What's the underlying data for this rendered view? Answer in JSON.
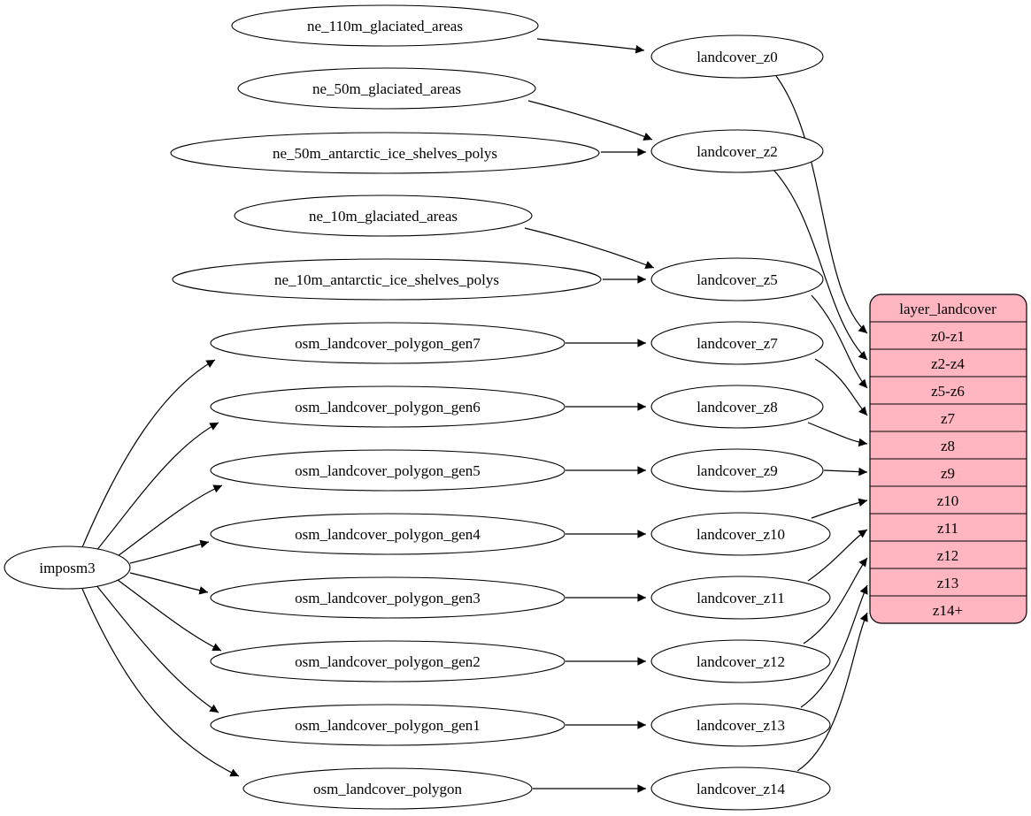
{
  "diagram_type": "graphviz-dependency-graph",
  "nodes": {
    "imposm3": "imposm3",
    "ne_110m_glaciated_areas": "ne_110m_glaciated_areas",
    "ne_50m_glaciated_areas": "ne_50m_glaciated_areas",
    "ne_50m_antarctic_ice_shelves_polys": "ne_50m_antarctic_ice_shelves_polys",
    "ne_10m_glaciated_areas": "ne_10m_glaciated_areas",
    "ne_10m_antarctic_ice_shelves_polys": "ne_10m_antarctic_ice_shelves_polys",
    "osm_landcover_polygon_gen7": "osm_landcover_polygon_gen7",
    "osm_landcover_polygon_gen6": "osm_landcover_polygon_gen6",
    "osm_landcover_polygon_gen5": "osm_landcover_polygon_gen5",
    "osm_landcover_polygon_gen4": "osm_landcover_polygon_gen4",
    "osm_landcover_polygon_gen3": "osm_landcover_polygon_gen3",
    "osm_landcover_polygon_gen2": "osm_landcover_polygon_gen2",
    "osm_landcover_polygon_gen1": "osm_landcover_polygon_gen1",
    "osm_landcover_polygon": "osm_landcover_polygon",
    "landcover_z0": "landcover_z0",
    "landcover_z2": "landcover_z2",
    "landcover_z5": "landcover_z5",
    "landcover_z7": "landcover_z7",
    "landcover_z8": "landcover_z8",
    "landcover_z9": "landcover_z9",
    "landcover_z10": "landcover_z10",
    "landcover_z11": "landcover_z11",
    "landcover_z12": "landcover_z12",
    "landcover_z13": "landcover_z13",
    "landcover_z14": "landcover_z14"
  },
  "table": {
    "title": "layer_landcover",
    "rows": [
      "z0-z1",
      "z2-z4",
      "z5-z6",
      "z7",
      "z8",
      "z9",
      "z10",
      "z11",
      "z12",
      "z13",
      "z14+"
    ]
  },
  "edges": [
    {
      "from": "ne_110m_glaciated_areas",
      "to": "landcover_z0"
    },
    {
      "from": "ne_50m_glaciated_areas",
      "to": "landcover_z2"
    },
    {
      "from": "ne_50m_antarctic_ice_shelves_polys",
      "to": "landcover_z2"
    },
    {
      "from": "ne_10m_glaciated_areas",
      "to": "landcover_z5"
    },
    {
      "from": "ne_10m_antarctic_ice_shelves_polys",
      "to": "landcover_z5"
    },
    {
      "from": "imposm3",
      "to": "osm_landcover_polygon_gen7"
    },
    {
      "from": "imposm3",
      "to": "osm_landcover_polygon_gen6"
    },
    {
      "from": "imposm3",
      "to": "osm_landcover_polygon_gen5"
    },
    {
      "from": "imposm3",
      "to": "osm_landcover_polygon_gen4"
    },
    {
      "from": "imposm3",
      "to": "osm_landcover_polygon_gen3"
    },
    {
      "from": "imposm3",
      "to": "osm_landcover_polygon_gen2"
    },
    {
      "from": "imposm3",
      "to": "osm_landcover_polygon_gen1"
    },
    {
      "from": "imposm3",
      "to": "osm_landcover_polygon"
    },
    {
      "from": "osm_landcover_polygon_gen7",
      "to": "landcover_z7"
    },
    {
      "from": "osm_landcover_polygon_gen6",
      "to": "landcover_z8"
    },
    {
      "from": "osm_landcover_polygon_gen5",
      "to": "landcover_z9"
    },
    {
      "from": "osm_landcover_polygon_gen4",
      "to": "landcover_z10"
    },
    {
      "from": "osm_landcover_polygon_gen3",
      "to": "landcover_z11"
    },
    {
      "from": "osm_landcover_polygon_gen2",
      "to": "landcover_z12"
    },
    {
      "from": "osm_landcover_polygon_gen1",
      "to": "landcover_z13"
    },
    {
      "from": "osm_landcover_polygon",
      "to": "landcover_z14"
    },
    {
      "from": "landcover_z0",
      "to": "layer_landcover.z0-z1"
    },
    {
      "from": "landcover_z2",
      "to": "layer_landcover.z2-z4"
    },
    {
      "from": "landcover_z5",
      "to": "layer_landcover.z5-z6"
    },
    {
      "from": "landcover_z7",
      "to": "layer_landcover.z7"
    },
    {
      "from": "landcover_z8",
      "to": "layer_landcover.z8"
    },
    {
      "from": "landcover_z9",
      "to": "layer_landcover.z9"
    },
    {
      "from": "landcover_z10",
      "to": "layer_landcover.z10"
    },
    {
      "from": "landcover_z11",
      "to": "layer_landcover.z11"
    },
    {
      "from": "landcover_z12",
      "to": "layer_landcover.z12"
    },
    {
      "from": "landcover_z13",
      "to": "layer_landcover.z13"
    },
    {
      "from": "landcover_z14",
      "to": "layer_landcover.z14+"
    }
  ],
  "colors": {
    "table_fill": "#ffb6c1",
    "node_fill": "#ffffff",
    "stroke": "#000000",
    "background": "#ffffff"
  }
}
